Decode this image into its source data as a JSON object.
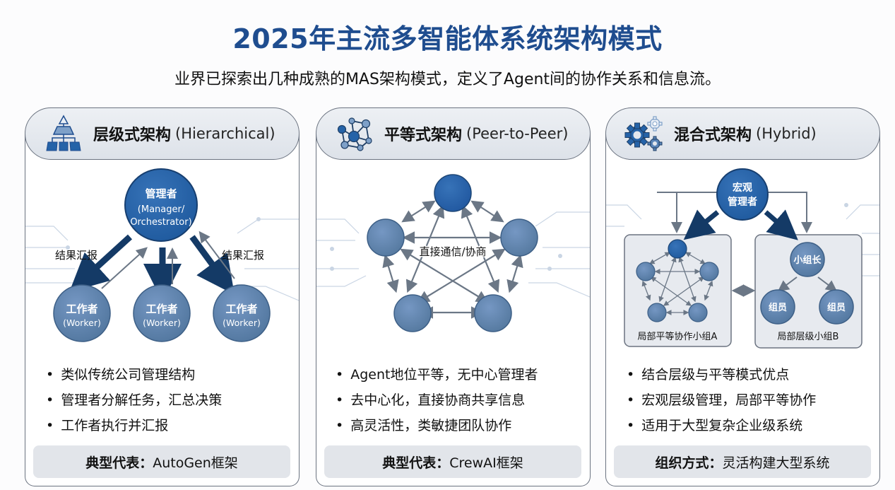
{
  "header": {
    "title": "2025年主流多智能体系统架构模式",
    "subtitle": "业界已探索出几种成熟的MAS架构模式，定义了Agent间的协作关系和信息流。"
  },
  "colors": {
    "title": "#1f4d8f",
    "node_dark": "#2563a8",
    "node_mid": "#5a85b8",
    "arrow_dark": "#143a66",
    "arrow_gray": "#6b7786",
    "pill_bg": "#e3e7ed",
    "footer_bg": "#e2e5ea"
  },
  "panels": [
    {
      "title": "层级式架构",
      "title_en": "(Hierarchical)",
      "icon": "pyramid-hierarchy-icon",
      "diagram": {
        "manager": {
          "line1": "管理者",
          "line2": "(Manager/",
          "line3": "Orchestrator)"
        },
        "workers": [
          {
            "line1": "工作者",
            "line2": "(Worker)"
          },
          {
            "line1": "工作者",
            "line2": "(Worker)"
          },
          {
            "line1": "工作者",
            "line2": "(Worker)"
          }
        ],
        "report_label_left": "结果汇报",
        "report_label_right": "结果汇报"
      },
      "bullets": [
        "类似传统公司管理结构",
        "管理者分解任务，汇总决策",
        "工作者执行并汇报"
      ],
      "footer": {
        "label": "典型代表：",
        "value": "AutoGen框架"
      }
    },
    {
      "title": "平等式架构",
      "title_en": "(Peer-to-Peer)",
      "icon": "network-nodes-icon",
      "diagram": {
        "center_label": "直接通信/协商",
        "node_count": 5
      },
      "bullets": [
        "Agent地位平等，无中心管理者",
        "去中心化，直接协商共享信息",
        "高灵活性，类敏捷团队协作"
      ],
      "footer": {
        "label": "典型代表：",
        "value": "CrewAI框架"
      }
    },
    {
      "title": "混合式架构",
      "title_en": "(Hybrid)",
      "icon": "gears-icon",
      "diagram": {
        "macro_manager": {
          "line1": "宏观",
          "line2": "管理者"
        },
        "group_a_label": "局部平等协作小组A",
        "group_b_label": "局部层级小组B",
        "group_b_leader": "小组长",
        "group_b_members": [
          "组员",
          "组员"
        ]
      },
      "bullets": [
        "结合层级与平等模式优点",
        "宏观层级管理，局部平等协作",
        "适用于大型复杂企业级系统"
      ],
      "footer": {
        "label": "组织方式：",
        "value": "灵活构建大型系统"
      }
    }
  ]
}
